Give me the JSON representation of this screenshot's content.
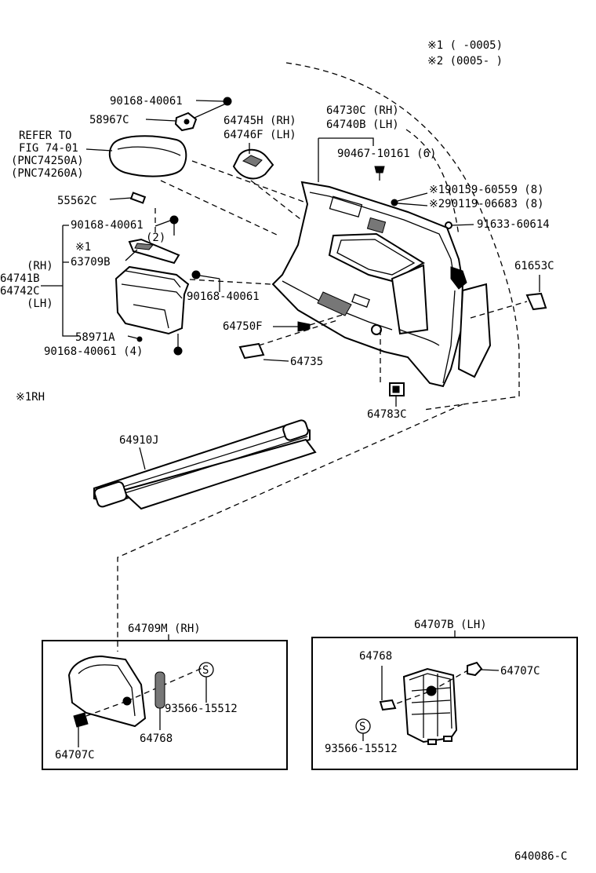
{
  "notes": {
    "note1": "※1 (      -0005)",
    "note2": "※2 (0005-      )",
    "note_rh": "※1RH"
  },
  "labels": {
    "p90168_top": "90168-40061",
    "p58967C": "58967C",
    "refer1": "REFER TO",
    "refer2": "FIG 74-01",
    "refer3": "(PNC74250A)",
    "refer4": "(PNC74260A)",
    "p64745H": "64745H (RH)",
    "p64746F": "64746F (LH)",
    "p64730C": "64730C (RH)",
    "p64740B": "64740B (LH)",
    "p90467": "90467-10161 (6)",
    "p90159": "※190159-60559 (8)",
    "p90119": "※290119-06683 (8)",
    "p91633": "91633-60614",
    "p55562C": "55562C",
    "p90168_2": "90168-40061",
    "qty2": "(2)",
    "star1": "※1",
    "p63709B": "63709B",
    "rh": "(RH)",
    "p64741B": "64741B",
    "p64742C": "64742C",
    "lh": "(LH)",
    "p90168_3": "90168-40061",
    "p58971A": "58971A",
    "p90168_4": "90168-40061 (4)",
    "p64750F": "64750F",
    "p64735": "64735",
    "p61653C": "61653C",
    "p64783C": "64783C",
    "p64910J": "64910J",
    "p64709M": "64709M (RH)",
    "p64707B": "64707B (LH)",
    "p64768_l": "64768",
    "p93566_l": "93566-15512",
    "p64707C_l": "64707C",
    "p64768_r": "64768",
    "p93566_r": "93566-15512",
    "p64707C_r": "64707C",
    "s_mark": "S",
    "fig_code": "640086-C"
  }
}
